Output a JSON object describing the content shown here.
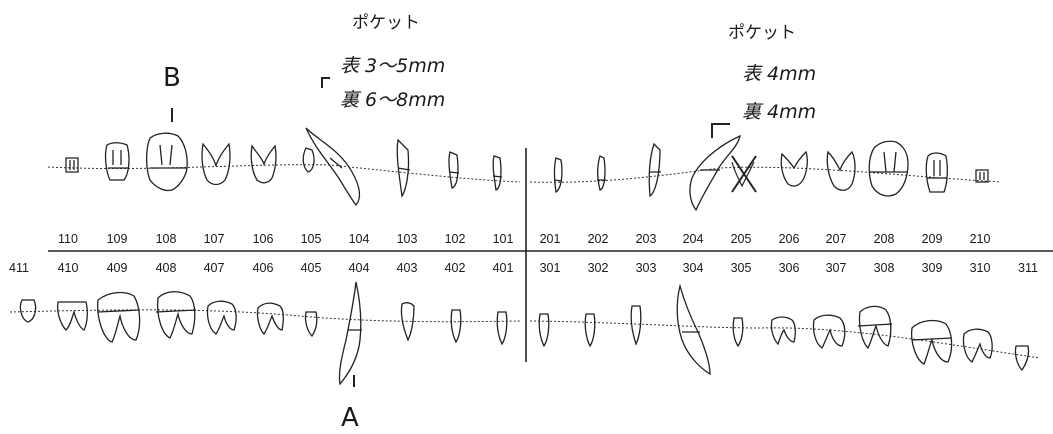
{
  "annotations": {
    "left_pocket_title": "ポケット",
    "left_pocket_front": "表 3～5mm",
    "left_pocket_back": "裏 6～8mm",
    "right_pocket_title": "ポケット",
    "right_pocket_front": "表 4mm",
    "right_pocket_back": "裏 4mm",
    "label_b": "B",
    "label_a": "A"
  },
  "upper_numbers": [
    "110",
    "109",
    "108",
    "107",
    "106",
    "105",
    "104",
    "103",
    "102",
    "101",
    "201",
    "202",
    "203",
    "204",
    "205",
    "206",
    "207",
    "208",
    "209",
    "210"
  ],
  "lower_numbers": [
    "411",
    "410",
    "409",
    "408",
    "407",
    "406",
    "405",
    "404",
    "403",
    "402",
    "401",
    "301",
    "302",
    "303",
    "304",
    "305",
    "306",
    "307",
    "308",
    "309",
    "310",
    "311"
  ],
  "colors": {
    "ink": "#1a1a1a",
    "line": "#222222"
  }
}
